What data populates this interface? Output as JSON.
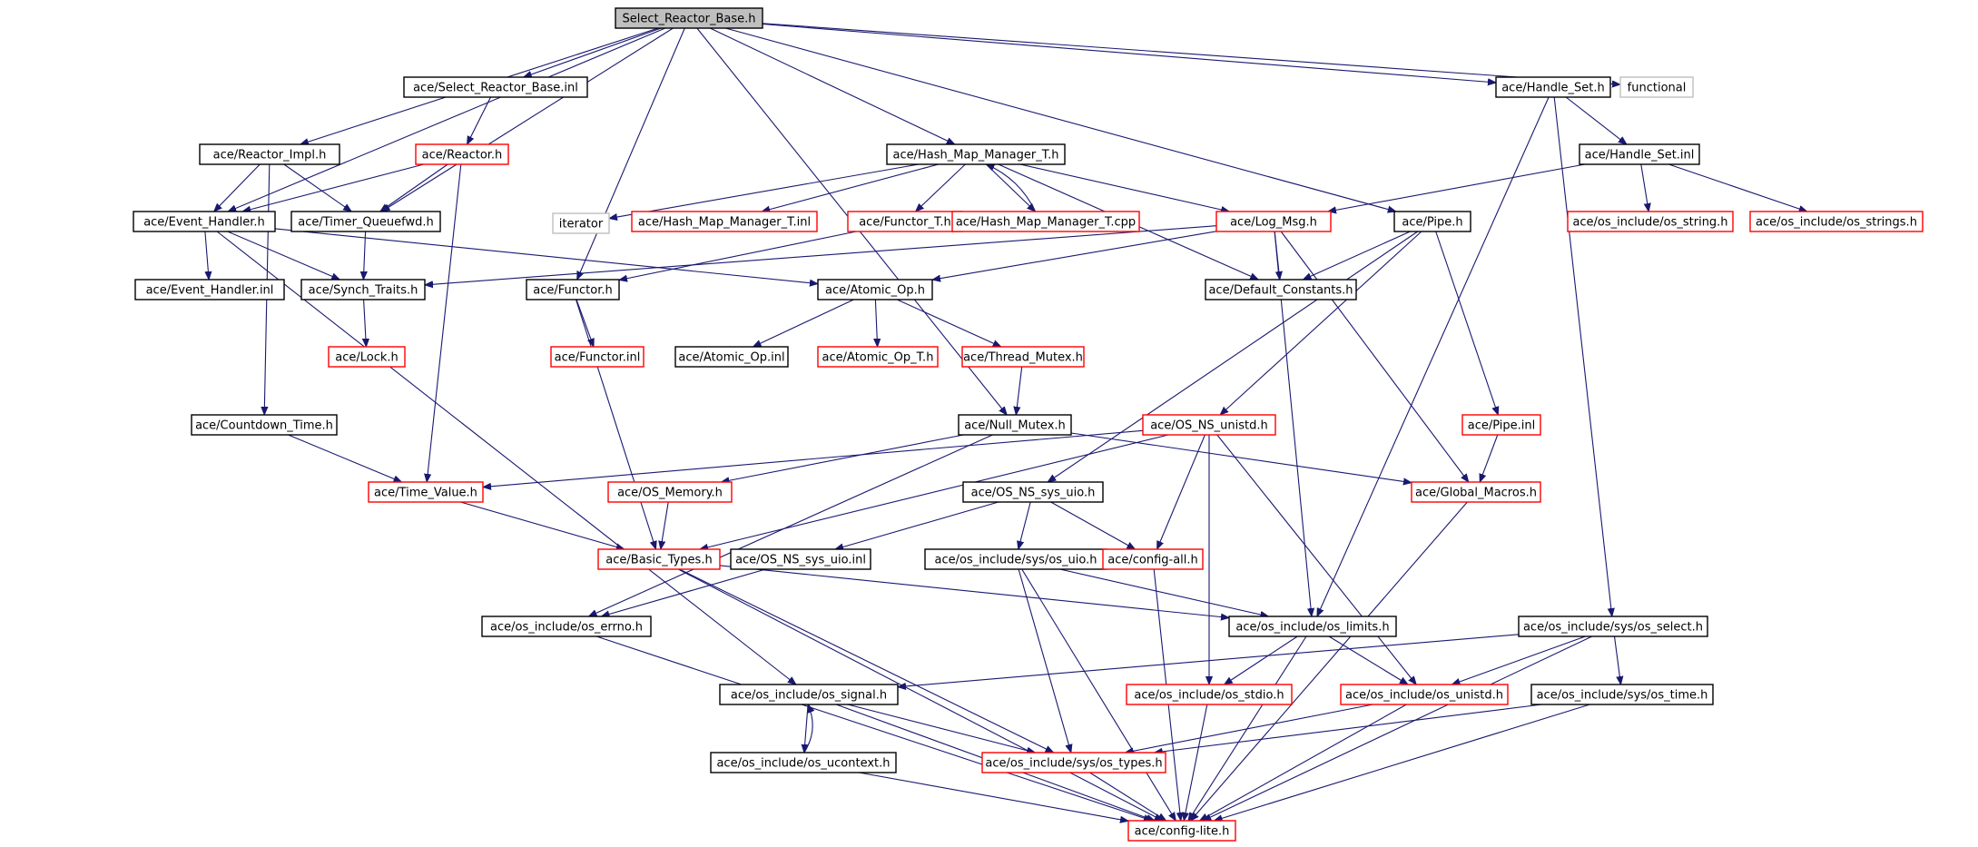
{
  "nodes": [
    {
      "id": "n_root",
      "label": "Select_Reactor_Base.h",
      "style": "root"
    },
    {
      "id": "n_sel_inl",
      "label": "ace/Select_Reactor_Base.inl",
      "style": "black"
    },
    {
      "id": "n_handle_set_h",
      "label": "ace/Handle_Set.h",
      "style": "black"
    },
    {
      "id": "n_functional",
      "label": "functional",
      "style": "gray"
    },
    {
      "id": "n_reactor_impl",
      "label": "ace/Reactor_Impl.h",
      "style": "black"
    },
    {
      "id": "n_reactor_h",
      "label": "ace/Reactor.h",
      "style": "red"
    },
    {
      "id": "n_hmm_t_h",
      "label": "ace/Hash_Map_Manager_T.h",
      "style": "black"
    },
    {
      "id": "n_handle_set_inl",
      "label": "ace/Handle_Set.inl",
      "style": "black"
    },
    {
      "id": "n_event_handler_h",
      "label": "ace/Event_Handler.h",
      "style": "black"
    },
    {
      "id": "n_timer_queuefwd",
      "label": "ace/Timer_Queuefwd.h",
      "style": "black"
    },
    {
      "id": "n_iterator",
      "label": "iterator",
      "style": "gray"
    },
    {
      "id": "n_hmm_t_inl",
      "label": "ace/Hash_Map_Manager_T.inl",
      "style": "red"
    },
    {
      "id": "n_functor_t_h",
      "label": "ace/Functor_T.h",
      "style": "red"
    },
    {
      "id": "n_hmm_t_cpp",
      "label": "ace/Hash_Map_Manager_T.cpp",
      "style": "red"
    },
    {
      "id": "n_log_msg",
      "label": "ace/Log_Msg.h",
      "style": "red"
    },
    {
      "id": "n_pipe_h",
      "label": "ace/Pipe.h",
      "style": "black"
    },
    {
      "id": "n_os_string",
      "label": "ace/os_include/os_string.h",
      "style": "red"
    },
    {
      "id": "n_os_strings",
      "label": "ace/os_include/os_strings.h",
      "style": "red"
    },
    {
      "id": "n_event_handler_inl",
      "label": "ace/Event_Handler.inl",
      "style": "black"
    },
    {
      "id": "n_synch_traits",
      "label": "ace/Synch_Traits.h",
      "style": "black"
    },
    {
      "id": "n_functor_h",
      "label": "ace/Functor.h",
      "style": "black"
    },
    {
      "id": "n_atomic_op_h",
      "label": "ace/Atomic_Op.h",
      "style": "black"
    },
    {
      "id": "n_default_constants",
      "label": "ace/Default_Constants.h",
      "style": "black"
    },
    {
      "id": "n_lock_h",
      "label": "ace/Lock.h",
      "style": "red"
    },
    {
      "id": "n_functor_inl",
      "label": "ace/Functor.inl",
      "style": "red"
    },
    {
      "id": "n_atomic_op_inl",
      "label": "ace/Atomic_Op.inl",
      "style": "black"
    },
    {
      "id": "n_atomic_op_t_h",
      "label": "ace/Atomic_Op_T.h",
      "style": "red"
    },
    {
      "id": "n_thread_mutex",
      "label": "ace/Thread_Mutex.h",
      "style": "red"
    },
    {
      "id": "n_countdown_time",
      "label": "ace/Countdown_Time.h",
      "style": "black"
    },
    {
      "id": "n_null_mutex",
      "label": "ace/Null_Mutex.h",
      "style": "black"
    },
    {
      "id": "n_os_ns_unistd",
      "label": "ace/OS_NS_unistd.h",
      "style": "red"
    },
    {
      "id": "n_pipe_inl",
      "label": "ace/Pipe.inl",
      "style": "red"
    },
    {
      "id": "n_time_value",
      "label": "ace/Time_Value.h",
      "style": "red"
    },
    {
      "id": "n_os_memory",
      "label": "ace/OS_Memory.h",
      "style": "red"
    },
    {
      "id": "n_os_ns_sys_uio_h",
      "label": "ace/OS_NS_sys_uio.h",
      "style": "black"
    },
    {
      "id": "n_global_macros",
      "label": "ace/Global_Macros.h",
      "style": "red"
    },
    {
      "id": "n_basic_types",
      "label": "ace/Basic_Types.h",
      "style": "red"
    },
    {
      "id": "n_os_ns_sys_uio_inl",
      "label": "ace/OS_NS_sys_uio.inl",
      "style": "black"
    },
    {
      "id": "n_os_sys_uio",
      "label": "ace/os_include/sys/os_uio.h",
      "style": "black"
    },
    {
      "id": "n_config_all",
      "label": "ace/config-all.h",
      "style": "red"
    },
    {
      "id": "n_os_errno",
      "label": "ace/os_include/os_errno.h",
      "style": "black"
    },
    {
      "id": "n_os_limits",
      "label": "ace/os_include/os_limits.h",
      "style": "black"
    },
    {
      "id": "n_os_sys_select",
      "label": "ace/os_include/sys/os_select.h",
      "style": "black"
    },
    {
      "id": "n_os_signal",
      "label": "ace/os_include/os_signal.h",
      "style": "black"
    },
    {
      "id": "n_os_stdio",
      "label": "ace/os_include/os_stdio.h",
      "style": "red"
    },
    {
      "id": "n_os_unistd",
      "label": "ace/os_include/os_unistd.h",
      "style": "red"
    },
    {
      "id": "n_os_sys_time",
      "label": "ace/os_include/sys/os_time.h",
      "style": "black"
    },
    {
      "id": "n_os_ucontext",
      "label": "ace/os_include/os_ucontext.h",
      "style": "black"
    },
    {
      "id": "n_os_sys_types",
      "label": "ace/os_include/sys/os_types.h",
      "style": "red"
    },
    {
      "id": "n_config_lite",
      "label": "ace/config-lite.h",
      "style": "red"
    }
  ],
  "edges": [
    [
      "n_root",
      "n_sel_inl"
    ],
    [
      "n_root",
      "n_handle_set_h"
    ],
    [
      "n_root",
      "n_functional"
    ],
    [
      "n_root",
      "n_reactor_impl"
    ],
    [
      "n_root",
      "n_event_handler_h"
    ],
    [
      "n_root",
      "n_timer_queuefwd"
    ],
    [
      "n_root",
      "n_hmm_t_h"
    ],
    [
      "n_root",
      "n_functor_h"
    ],
    [
      "n_root",
      "n_pipe_h"
    ],
    [
      "n_root",
      "n_null_mutex"
    ],
    [
      "n_sel_inl",
      "n_reactor_h"
    ],
    [
      "n_reactor_h",
      "n_event_handler_h"
    ],
    [
      "n_reactor_h",
      "n_timer_queuefwd"
    ],
    [
      "n_reactor_h",
      "n_time_value"
    ],
    [
      "n_reactor_impl",
      "n_event_handler_h"
    ],
    [
      "n_reactor_impl",
      "n_timer_queuefwd"
    ],
    [
      "n_reactor_impl",
      "n_countdown_time"
    ],
    [
      "n_event_handler_h",
      "n_event_handler_inl"
    ],
    [
      "n_event_handler_h",
      "n_synch_traits"
    ],
    [
      "n_event_handler_h",
      "n_atomic_op_h"
    ],
    [
      "n_event_handler_h",
      "n_os_signal"
    ],
    [
      "n_timer_queuefwd",
      "n_synch_traits"
    ],
    [
      "n_synch_traits",
      "n_lock_h"
    ],
    [
      "n_countdown_time",
      "n_time_value"
    ],
    [
      "n_hmm_t_h",
      "n_iterator"
    ],
    [
      "n_hmm_t_h",
      "n_hmm_t_inl"
    ],
    [
      "n_hmm_t_h",
      "n_functor_t_h"
    ],
    [
      "n_hmm_t_h",
      "n_hmm_t_cpp"
    ],
    [
      "n_hmm_t_h",
      "n_log_msg"
    ],
    [
      "n_hmm_t_h",
      "n_default_constants"
    ],
    [
      "n_hmm_t_cpp",
      "n_hmm_t_h"
    ],
    [
      "n_functor_t_h",
      "n_functor_h"
    ],
    [
      "n_functor_h",
      "n_functor_inl"
    ],
    [
      "n_functor_h",
      "n_basic_types"
    ],
    [
      "n_log_msg",
      "n_synch_traits"
    ],
    [
      "n_log_msg",
      "n_atomic_op_h"
    ],
    [
      "n_log_msg",
      "n_default_constants"
    ],
    [
      "n_log_msg",
      "n_global_macros"
    ],
    [
      "n_log_msg",
      "n_os_limits"
    ],
    [
      "n_atomic_op_h",
      "n_atomic_op_inl"
    ],
    [
      "n_atomic_op_h",
      "n_atomic_op_t_h"
    ],
    [
      "n_atomic_op_h",
      "n_thread_mutex"
    ],
    [
      "n_thread_mutex",
      "n_null_mutex"
    ],
    [
      "n_null_mutex",
      "n_os_memory"
    ],
    [
      "n_null_mutex",
      "n_global_macros"
    ],
    [
      "n_null_mutex",
      "n_os_errno"
    ],
    [
      "n_handle_set_h",
      "n_handle_set_inl"
    ],
    [
      "n_handle_set_h",
      "n_os_limits"
    ],
    [
      "n_handle_set_h",
      "n_os_sys_select"
    ],
    [
      "n_handle_set_inl",
      "n_log_msg"
    ],
    [
      "n_handle_set_inl",
      "n_os_string"
    ],
    [
      "n_handle_set_inl",
      "n_os_strings"
    ],
    [
      "n_pipe_h",
      "n_default_constants"
    ],
    [
      "n_pipe_h",
      "n_pipe_inl"
    ],
    [
      "n_pipe_h",
      "n_os_ns_unistd"
    ],
    [
      "n_pipe_h",
      "n_os_ns_sys_uio_h"
    ],
    [
      "n_pipe_inl",
      "n_global_macros"
    ],
    [
      "n_os_ns_unistd",
      "n_time_value"
    ],
    [
      "n_os_ns_unistd",
      "n_basic_types"
    ],
    [
      "n_os_ns_unistd",
      "n_config_all"
    ],
    [
      "n_os_ns_unistd",
      "n_os_stdio"
    ],
    [
      "n_os_ns_unistd",
      "n_os_unistd"
    ],
    [
      "n_time_value",
      "n_basic_types"
    ],
    [
      "n_os_memory",
      "n_basic_types"
    ],
    [
      "n_os_ns_sys_uio_h",
      "n_os_ns_sys_uio_inl"
    ],
    [
      "n_os_ns_sys_uio_h",
      "n_os_sys_uio"
    ],
    [
      "n_os_ns_sys_uio_h",
      "n_config_all"
    ],
    [
      "n_os_ns_sys_uio_inl",
      "n_os_errno"
    ],
    [
      "n_os_sys_uio",
      "n_os_limits"
    ],
    [
      "n_os_sys_uio",
      "n_os_sys_types"
    ],
    [
      "n_os_sys_uio",
      "n_config_lite"
    ],
    [
      "n_basic_types",
      "n_os_limits"
    ],
    [
      "n_basic_types",
      "n_os_sys_types"
    ],
    [
      "n_basic_types",
      "n_config_lite"
    ],
    [
      "n_config_all",
      "n_config_lite"
    ],
    [
      "n_global_macros",
      "n_config_lite"
    ],
    [
      "n_os_errno",
      "n_config_lite"
    ],
    [
      "n_os_limits",
      "n_os_stdio"
    ],
    [
      "n_os_limits",
      "n_os_unistd"
    ],
    [
      "n_os_limits",
      "n_config_lite"
    ],
    [
      "n_os_sys_select",
      "n_os_signal"
    ],
    [
      "n_os_sys_select",
      "n_os_unistd"
    ],
    [
      "n_os_sys_select",
      "n_os_sys_time"
    ],
    [
      "n_os_sys_select",
      "n_config_lite"
    ],
    [
      "n_os_signal",
      "n_os_ucontext"
    ],
    [
      "n_os_signal",
      "n_os_sys_types"
    ],
    [
      "n_os_signal",
      "n_config_lite"
    ],
    [
      "n_os_ucontext",
      "n_os_signal"
    ],
    [
      "n_os_ucontext",
      "n_config_lite"
    ],
    [
      "n_os_stdio",
      "n_config_lite"
    ],
    [
      "n_os_unistd",
      "n_os_sys_types"
    ],
    [
      "n_os_unistd",
      "n_config_lite"
    ],
    [
      "n_os_sys_time",
      "n_os_sys_types"
    ],
    [
      "n_os_sys_time",
      "n_config_lite"
    ],
    [
      "n_os_sys_types",
      "n_config_lite"
    ]
  ]
}
